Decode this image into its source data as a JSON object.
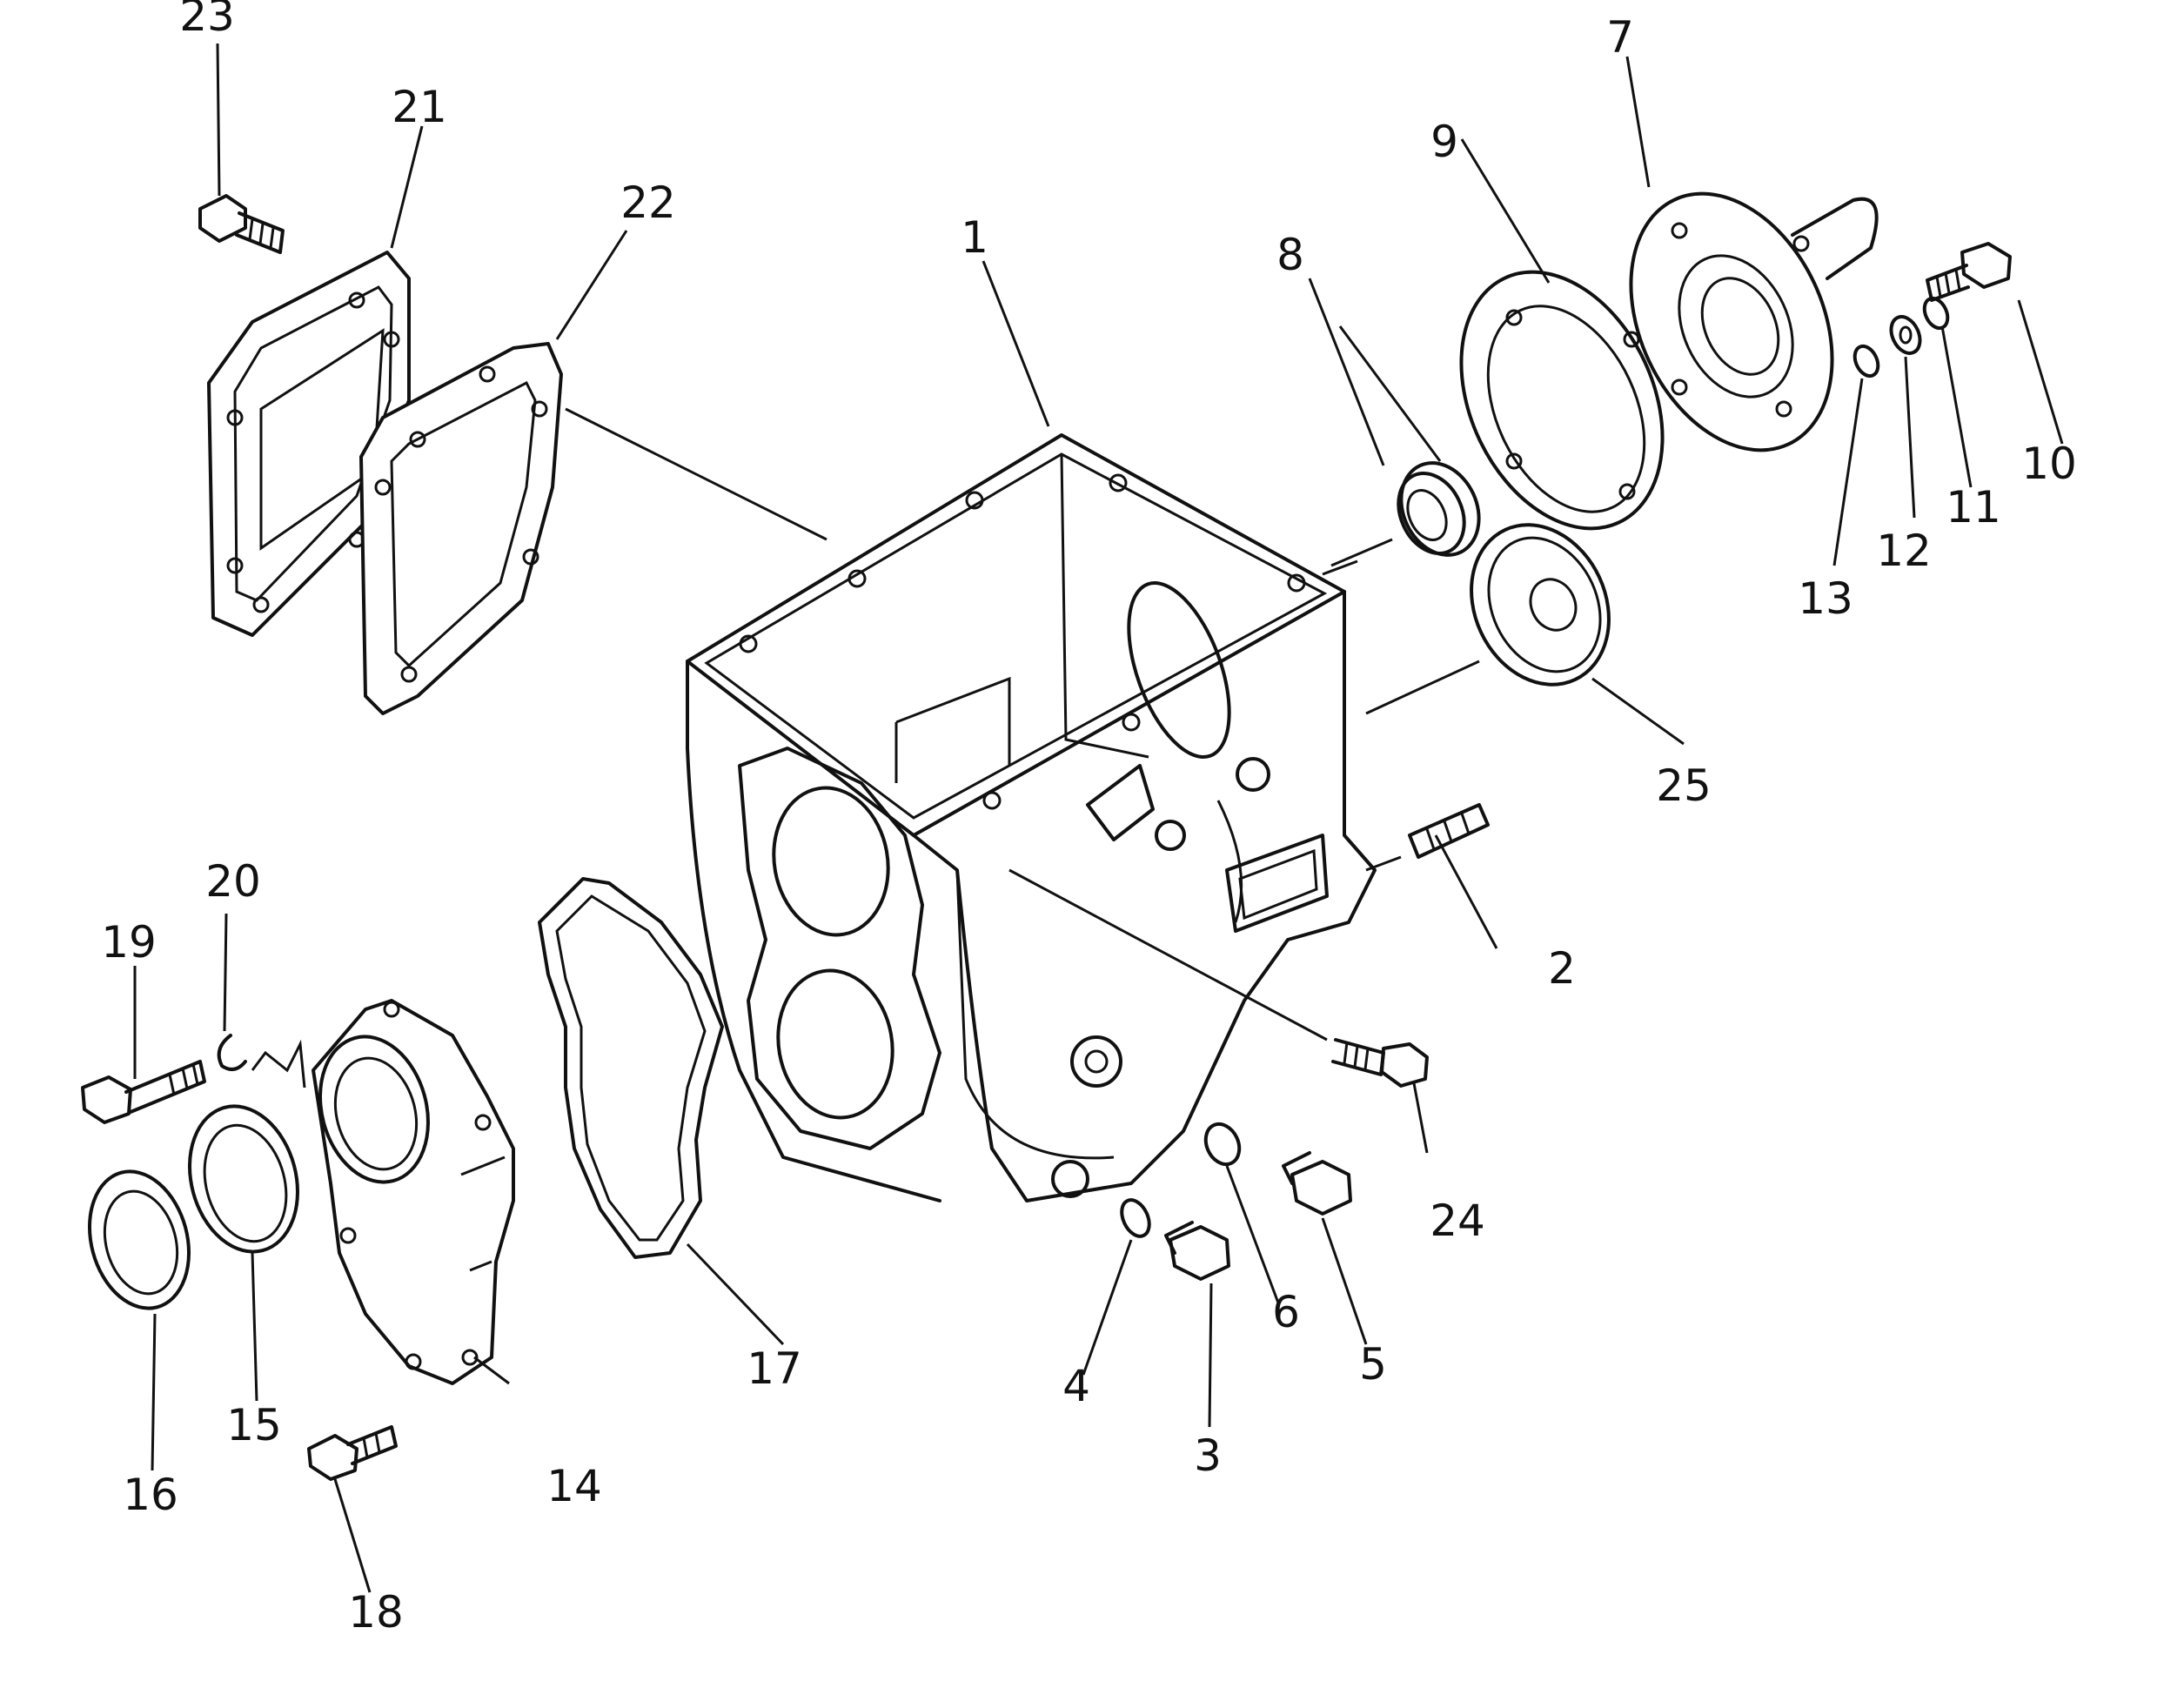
{
  "diagram": {
    "type": "exploded-parts-diagram",
    "callouts": [
      {
        "id": "c1",
        "label": "1"
      },
      {
        "id": "c2",
        "label": "2"
      },
      {
        "id": "c3",
        "label": "3"
      },
      {
        "id": "c4",
        "label": "4"
      },
      {
        "id": "c5",
        "label": "5"
      },
      {
        "id": "c6",
        "label": "6"
      },
      {
        "id": "c7",
        "label": "7"
      },
      {
        "id": "c8",
        "label": "8"
      },
      {
        "id": "c9",
        "label": "9"
      },
      {
        "id": "c10",
        "label": "10"
      },
      {
        "id": "c11",
        "label": "11"
      },
      {
        "id": "c12",
        "label": "12"
      },
      {
        "id": "c13",
        "label": "13"
      },
      {
        "id": "c14",
        "label": "14"
      },
      {
        "id": "c15",
        "label": "15"
      },
      {
        "id": "c16",
        "label": "16"
      },
      {
        "id": "c17",
        "label": "17"
      },
      {
        "id": "c18",
        "label": "18"
      },
      {
        "id": "c19",
        "label": "19"
      },
      {
        "id": "c20",
        "label": "20"
      },
      {
        "id": "c21",
        "label": "21"
      },
      {
        "id": "c22",
        "label": "22"
      },
      {
        "id": "c23",
        "label": "23"
      },
      {
        "id": "c24",
        "label": "24"
      },
      {
        "id": "c25",
        "label": "25"
      }
    ]
  }
}
